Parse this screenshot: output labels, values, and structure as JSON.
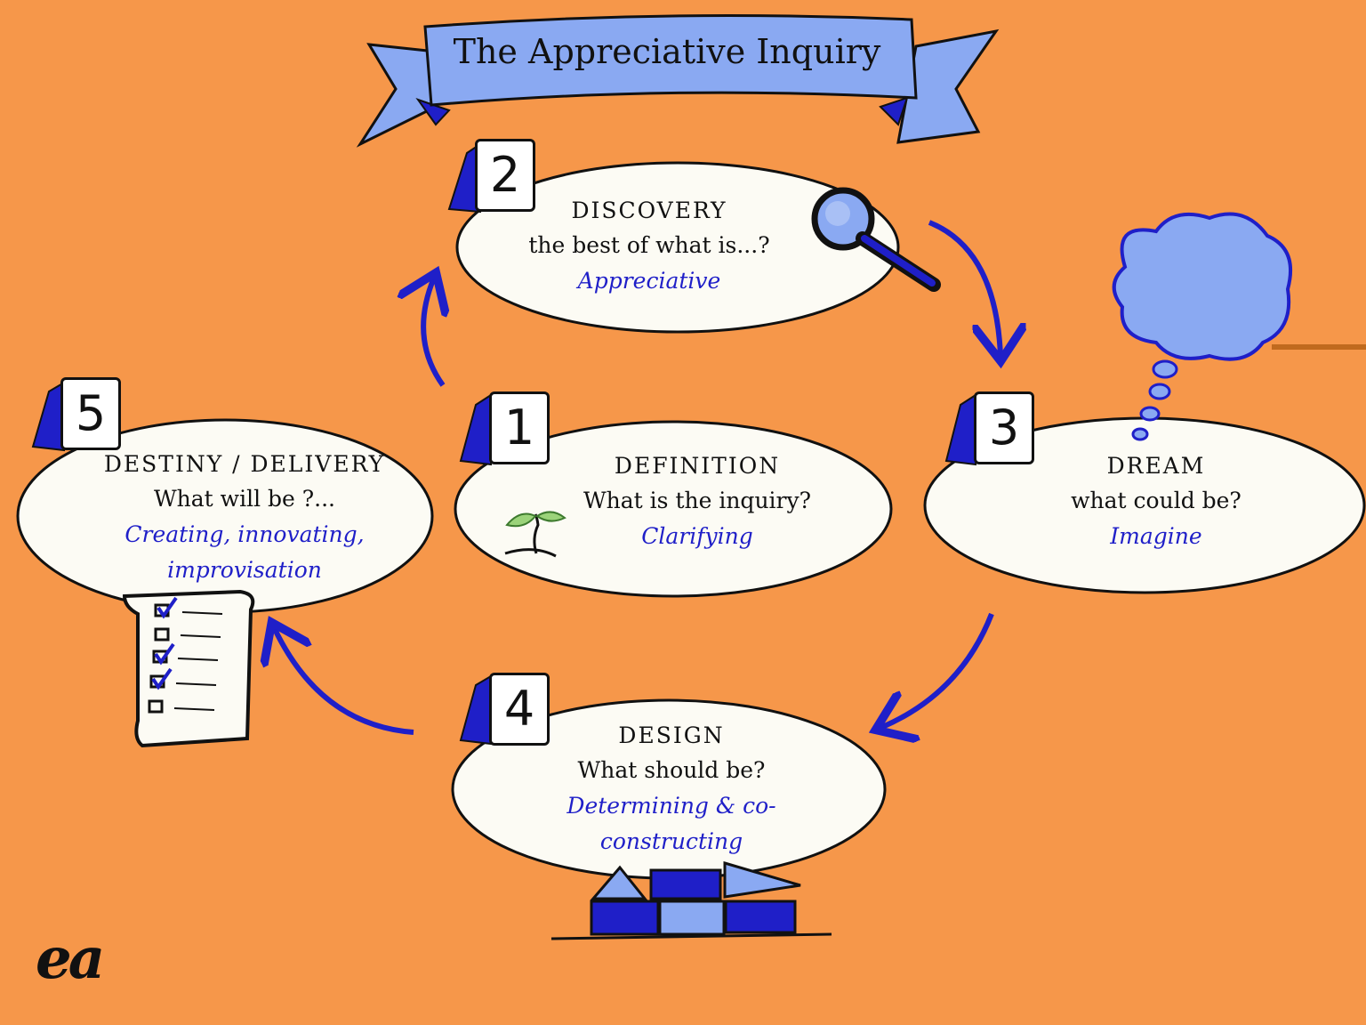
{
  "title": "The Appreciative Inquiry",
  "logo": "ea",
  "colors": {
    "background": "#F6974A",
    "ellipse_fill": "#FCFBF4",
    "accent_blue": "#1F1FC8",
    "light_blue": "#8AA9F2"
  },
  "steps": [
    {
      "number": "1",
      "phase": "DEFINITION",
      "question": "What is the inquiry?",
      "keyword": [
        "Clarifying"
      ],
      "icon": "sprout-icon"
    },
    {
      "number": "2",
      "phase": "DISCOVERY",
      "question": "the best of what is...?",
      "keyword": [
        "Appreciative"
      ],
      "icon": "magnifier-icon"
    },
    {
      "number": "3",
      "phase": "DREAM",
      "question": "what could be?",
      "keyword": [
        "Imagine"
      ],
      "icon": "thought-cloud-icon"
    },
    {
      "number": "4",
      "phase": "DESIGN",
      "question": "What should be?",
      "keyword": [
        "Determining & co-",
        "constructing"
      ],
      "icon": "building-blocks-icon"
    },
    {
      "number": "5",
      "phase": "DESTINY / DELIVERY",
      "question": "What will be ?...",
      "keyword": [
        "Creating, innovating,",
        "improvisation"
      ],
      "icon": "checklist-icon"
    }
  ]
}
